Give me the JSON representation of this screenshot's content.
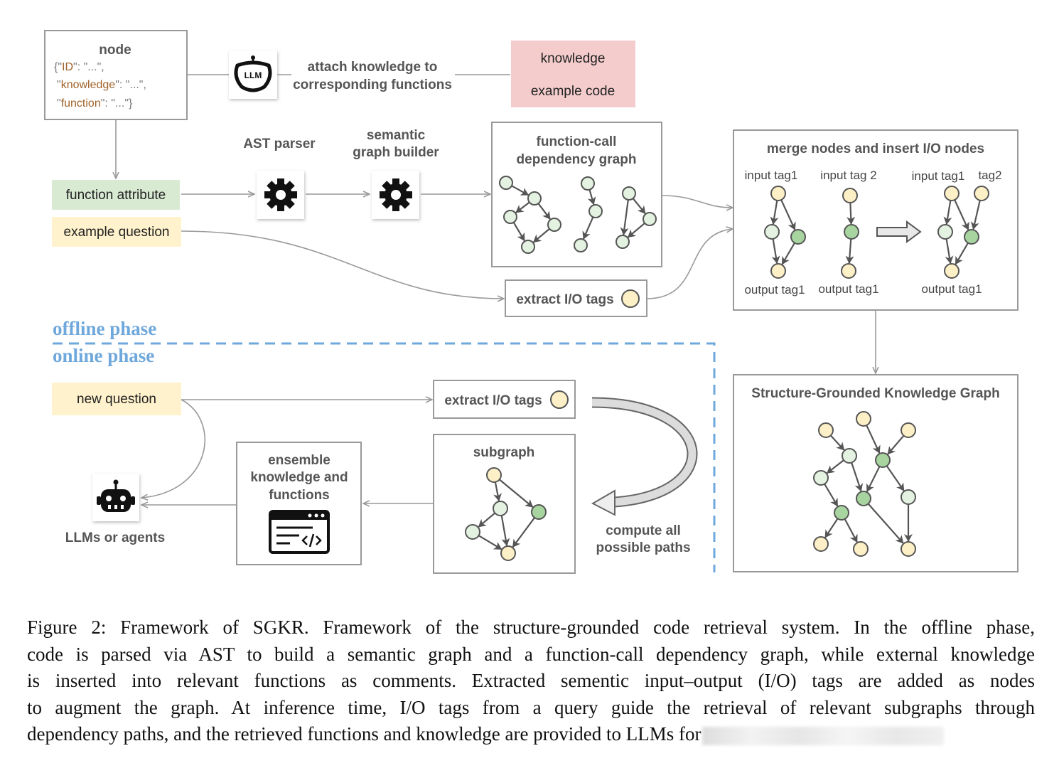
{
  "offline": {
    "node": {
      "title": "node",
      "line1_pre": "{\"",
      "line1_key": "ID",
      "line1_post": "\": \"...\",",
      "line2_pre": "\"",
      "line2_key": "knowledge",
      "line2_post": "\": \"...\",",
      "line3_pre": "\"",
      "line3_key": "function",
      "line3_post": "\": \"...\"}"
    },
    "llm_icon_label": "LLM",
    "attach_line1": "attach knowledge to",
    "attach_line2": "corresponding functions",
    "knowledge": "knowledge",
    "example_code": "example code",
    "function_attribute": "function attribute",
    "example_question": "example question",
    "ast_parser": "AST parser",
    "semantic_line1": "semantic",
    "semantic_line2": "graph builder",
    "fcdg_line1": "function-call",
    "fcdg_line2": "dependency graph",
    "extract_tags": "extract I/O tags",
    "merge": {
      "title": "merge nodes and insert I/O nodes",
      "input_tag1": "input tag1",
      "input_tag2": "input tag 2",
      "input_tag1b": "input tag1",
      "tag2": "tag2",
      "output_tag1a": "output tag1",
      "output_tag1b": "output tag1",
      "output_tag1c": "output tag1"
    },
    "sgkg_title": "Structure-Grounded Knowledge Graph"
  },
  "phases": {
    "offline": "offline phase",
    "online": "online phase"
  },
  "online": {
    "new_question": "new question",
    "extract_tags": "extract I/O tags",
    "subgraph": "subgraph",
    "compute_line1": "compute all",
    "compute_line2": "possible paths",
    "ensemble_line1": "ensemble",
    "ensemble_line2": "knowledge and",
    "ensemble_line3": "functions",
    "llms_agents": "LLMs or agents"
  },
  "colors": {
    "io_node": "#fdefc6",
    "light_node": "#e4f3e1",
    "dark_node": "#a8d4a0",
    "knowledge_bg": "#f4cccc",
    "attribute_bg": "#d9ead3",
    "question_bg": "#fff2cc",
    "phase_blue": "#6fa8dc"
  },
  "caption": {
    "lines": [
      "Figure 2: Framework of SGKR. Framework of the structure-grounded code retrieval system. In the offline phase,",
      "code is parsed via AST to build a semantic graph and a function-call dependency graph, while external knowledge",
      "is inserted into relevant functions as comments. Extracted sementic input–output (I/O) tags are added as nodes",
      "to augment the graph. At inference time, I/O tags from a query guide the retrieval of relevant subgraphs through",
      "dependency paths, and the retrieved functions and knowledge are provided to LLMs for"
    ]
  }
}
